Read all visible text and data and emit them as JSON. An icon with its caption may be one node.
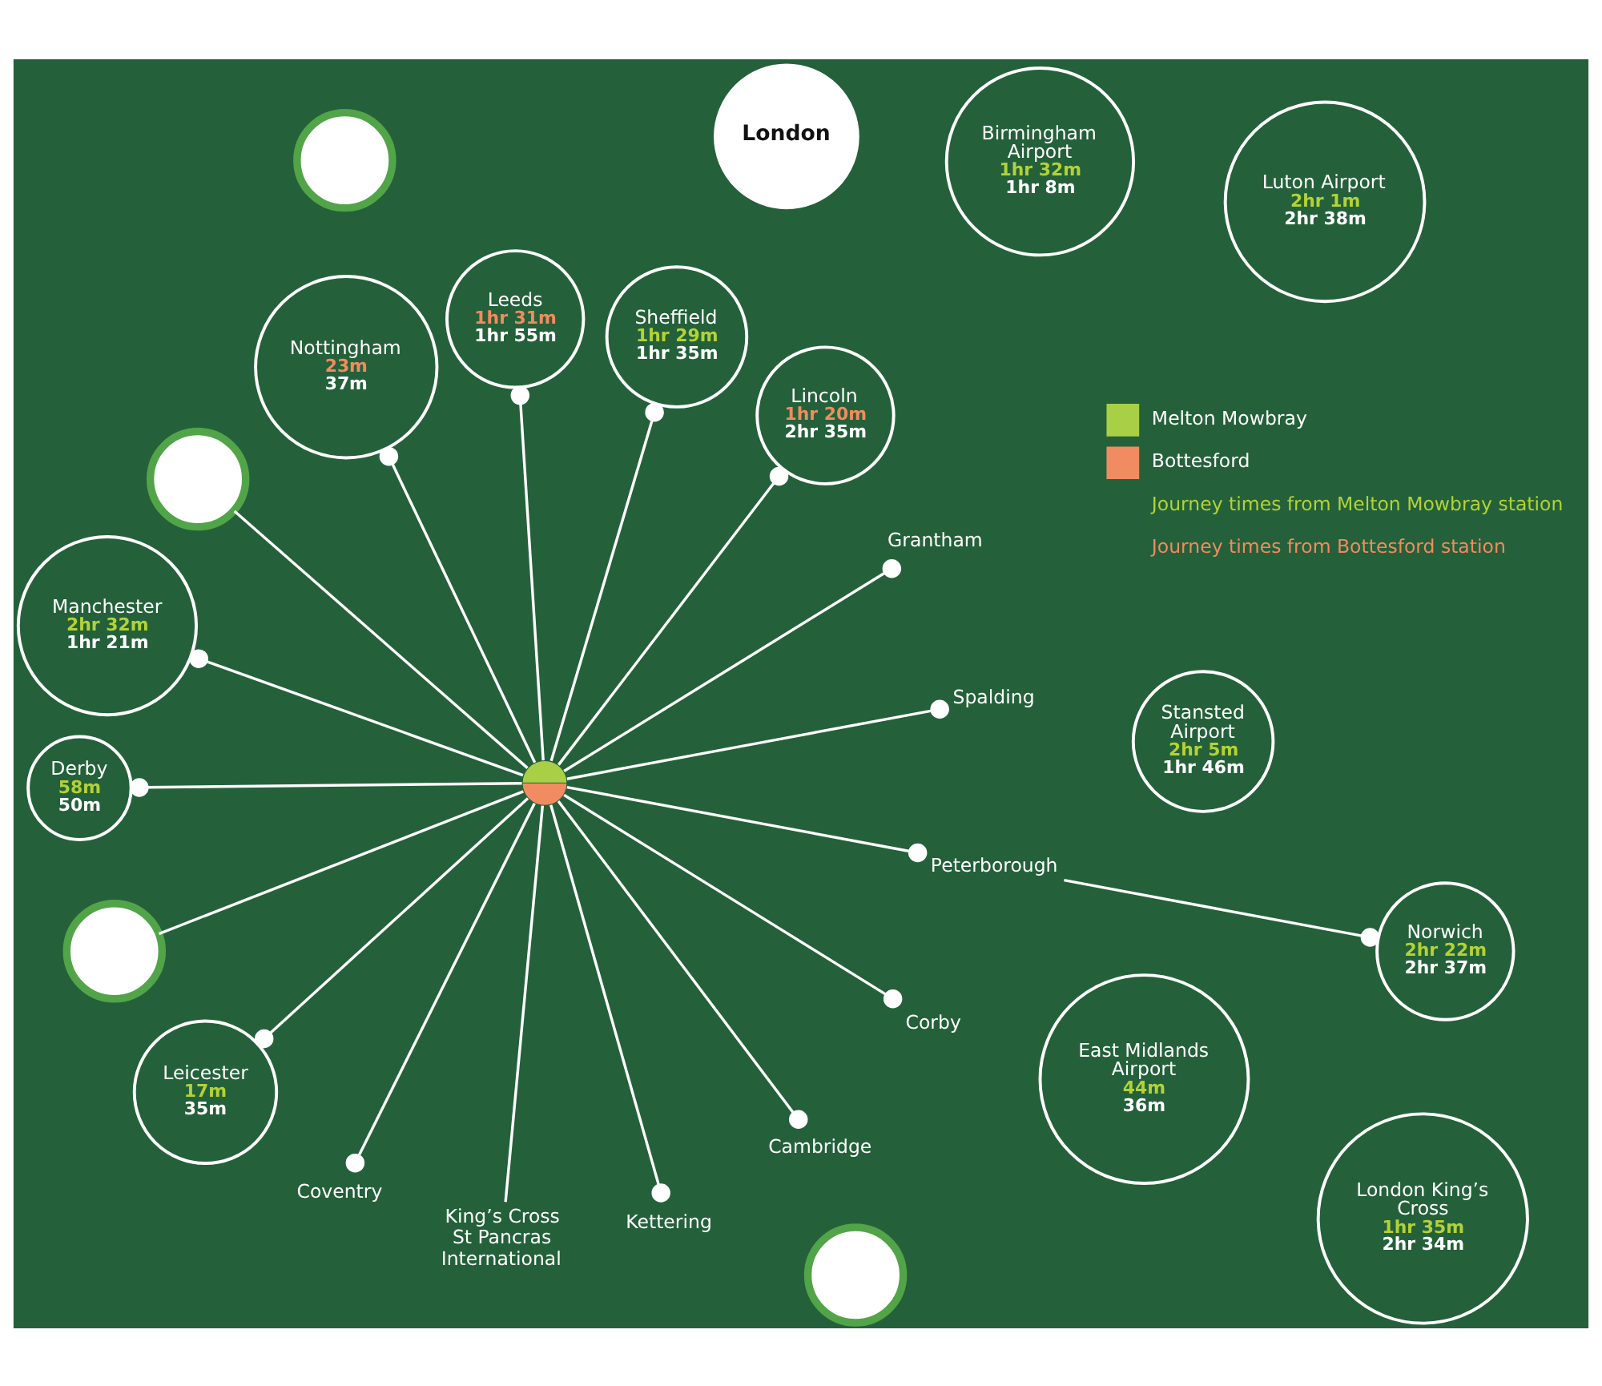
{
  "diagram": {
    "nodes": [
      {
        "text": [
          "Leeds",
          "1hr 31m",
          "1hr 55m"
        ]
      },
      {
        "text": [
          "Manchester",
          "2hr 32m",
          "1hr 21m"
        ]
      },
      {
        "text": [
          "Sheffield",
          "1hr 29m",
          "1hr 35m"
        ]
      },
      {
        "text": [
          "Lincoln",
          "1hr 20m",
          "2hr 35m"
        ]
      },
      {
        "text": [
          "Nottingham",
          "23m",
          "37m"
        ]
      },
      {
        "text": [
          "East Midlands Airport",
          "44m",
          "36m"
        ]
      },
      {
        "text": [],
        "shape": "circle"
      },
      {
        "text": [
          "Derby",
          "58m",
          "50m"
        ]
      },
      {
        "text": [
          "Grantham"
        ]
      },
      {
        "text": [
          "Norwich",
          "2hr 22m",
          "2hr 37m"
        ]
      },
      {
        "text": [
          "Spalding"
        ]
      },
      {
        "text": [
          "Leicester",
          "17m",
          "35m"
        ]
      },
      {
        "text": [],
        "shape": "circle"
      },
      {
        "text": [
          "Corby"
        ]
      },
      {
        "text": [
          "Peterborough"
        ]
      },
      {
        "text": [],
        "shape": "circle"
      },
      {
        "text": [
          "Kettering"
        ]
      },
      {
        "text": [
          "Coventry"
        ]
      },
      {
        "text": [
          "Cambridge"
        ]
      },
      {
        "text": [
          "Luton Airport",
          "2hr 1m",
          "2hr 38m"
        ]
      },
      {
        "text": [
          "Birmingham Airport",
          "1hr 32m",
          "1hr 8m"
        ]
      },
      {
        "text": [
          "Stansted Airport",
          "2hr 5m",
          "1hr 46m"
        ]
      },
      {
        "text": [],
        "shape": "circle"
      },
      {
        "text": [],
        "shape": "circle"
      },
      {
        "text": [
          "King’s Cross St Pancras International"
        ]
      },
      {
        "text": [
          "London"
        ]
      },
      {
        "text": [
          "London King’s Cross",
          "1hr 35m",
          "2hr 34m"
        ]
      }
    ],
    "edges": [
      {
        "from": 12,
        "to": 10,
        "arrow": "other"
      },
      {
        "from": 12,
        "to": 8,
        "arrow": "other"
      },
      {
        "from": 12,
        "to": 3,
        "arrow": "other"
      },
      {
        "from": 12,
        "to": 2,
        "arrow": "other"
      },
      {
        "from": 12,
        "to": 0,
        "arrow": "other"
      },
      {
        "from": 12,
        "to": 4,
        "arrow": "other"
      },
      {
        "from": 12,
        "to": 6,
        "arrow": "none"
      },
      {
        "from": 12,
        "to": 1,
        "arrow": "other"
      },
      {
        "from": 12,
        "to": 7,
        "arrow": "other"
      },
      {
        "from": 12,
        "to": 15,
        "arrow": "none"
      },
      {
        "from": 12,
        "to": 11,
        "arrow": "other"
      },
      {
        "from": 12,
        "to": 17,
        "arrow": "other"
      },
      {
        "from": 12,
        "to": 24,
        "arrow": "none"
      },
      {
        "from": 12,
        "to": 16,
        "arrow": "other"
      },
      {
        "from": 12,
        "to": 18,
        "arrow": "other"
      },
      {
        "from": 12,
        "to": 13,
        "arrow": "other"
      },
      {
        "from": 12,
        "to": 14,
        "arrow": "other"
      },
      {
        "from": 14,
        "to": 9,
        "arrow": "other"
      }
    ],
    "legend": [
      {
        "text": "Melton Mowbray",
        "color": "#a8cf45"
      },
      {
        "text": "Bottesford",
        "color": "#f08b62"
      },
      {
        "text": "Journey times from Melton Mowbray station"
      },
      {
        "text": "Journey times from Bottesford station"
      }
    ]
  }
}
